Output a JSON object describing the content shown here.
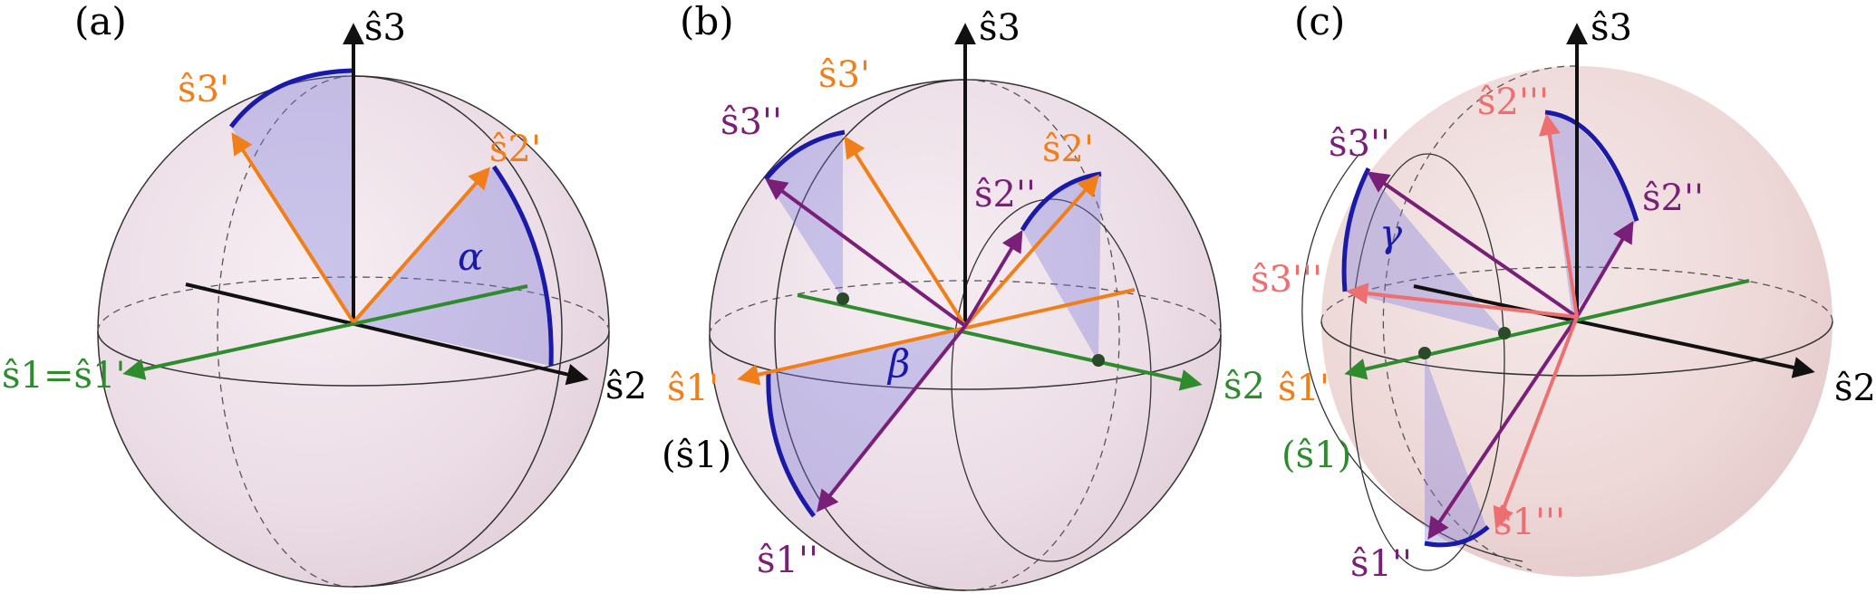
{
  "panels": [
    {
      "id": "a",
      "label": "(a)",
      "angle": "α",
      "labels": {
        "s3": "ŝ3",
        "s2": "ŝ2",
        "s1": "ŝ1=ŝ1'",
        "s3p": "ŝ3'",
        "s2p": "ŝ2'"
      }
    },
    {
      "id": "b",
      "label": "(b)",
      "angle": "β",
      "labels": {
        "s3": "ŝ3",
        "s2": "ŝ2",
        "s1p": "ŝ1'",
        "s1paren": "(ŝ1)",
        "s3p": "ŝ3'",
        "s2p": "ŝ2'",
        "s3pp": "ŝ3''",
        "s2pp": "ŝ2''",
        "s1pp": "ŝ1''"
      }
    },
    {
      "id": "c",
      "label": "(c)",
      "angle": "γ",
      "labels": {
        "s3": "ŝ3",
        "s2": "ŝ2",
        "s1p": "ŝ1'",
        "s1paren": "(ŝ1)",
        "s3pp": "ŝ3''",
        "s2pp": "ŝ2''",
        "s1pp": "ŝ1''",
        "s3ppp": "ŝ3'''",
        "s2ppp": "ŝ2'''",
        "s1ppp": "ŝ1'''"
      }
    }
  ],
  "colors": {
    "axis": "#111111",
    "green": "#2e8b2e",
    "orange": "#f07f1a",
    "purple": "#7a1f78",
    "salmon": "#ee6f6f",
    "arc": "#1a1aa8",
    "wedge": "#7777dd"
  }
}
